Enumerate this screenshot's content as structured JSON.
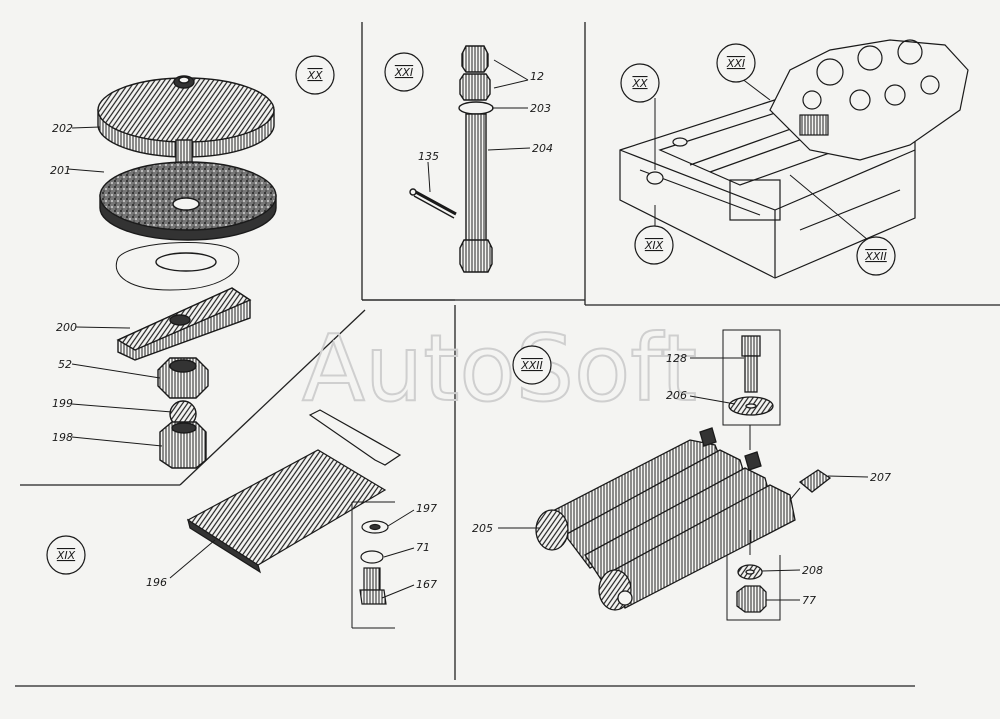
{
  "watermark": "AutoSoft",
  "sections": [
    "XX",
    "XXI",
    "XX",
    "XXI",
    "XIX",
    "XXII",
    "XXII",
    "XIX"
  ],
  "callouts": [
    "202",
    "201",
    "200",
    "52",
    "199",
    "198",
    "12",
    "203",
    "204",
    "135",
    "128",
    "206",
    "207",
    "205",
    "208",
    "77",
    "197",
    "71",
    "167",
    "196"
  ],
  "colors": {
    "ink": "#1a1a1a",
    "paper": "#f4f4f2",
    "watermark": "#cfcfcf"
  }
}
